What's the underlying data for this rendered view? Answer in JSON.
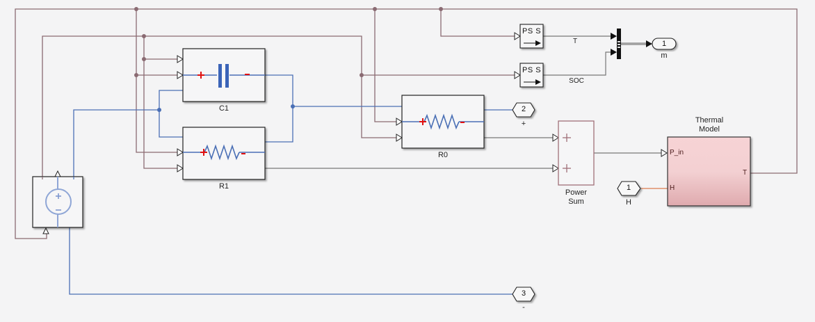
{
  "diagram": {
    "type": "simulink-battery-equivalent-circuit",
    "colors": {
      "physical_signal_wire": "#8a6a72",
      "electrical_wire": "#4a6fb5",
      "signal_wire": "#777777",
      "thermal_wire": "#e0906a",
      "block_border": "#222222",
      "positive_marker": "#e01010",
      "thermal_block_fill": "#f2c9cc",
      "sum_block_border": "#a07078",
      "background": "#f4f4f5"
    },
    "blocks": {
      "c1": {
        "label": "C1",
        "plus": "+",
        "minus": "-"
      },
      "r1": {
        "label": "R1",
        "plus": "+",
        "minus": "-"
      },
      "r0": {
        "label": "R0",
        "plus": "+",
        "minus": "-"
      },
      "voltage_source": {
        "plus": "+",
        "minus": "-"
      },
      "ps_s_t": {
        "text": "PS  S",
        "output_label": "T"
      },
      "ps_s_soc": {
        "text": "PS  S",
        "output_label": "SOC"
      },
      "power_sum": {
        "label_line1": "Power",
        "label_line2": "Sum",
        "signs": [
          "+",
          "+"
        ]
      },
      "thermal_model": {
        "label_line1": "Thermal",
        "label_line2": "Model",
        "port_in_power": "P_in",
        "port_in_heat": "H",
        "port_out_temp": "T"
      },
      "outport_m": {
        "number": "1",
        "label": "m"
      },
      "conn_plus": {
        "number": "2",
        "label": "+"
      },
      "conn_minus": {
        "number": "3",
        "label": "-"
      },
      "conn_h": {
        "number": "1",
        "label": "H"
      }
    }
  }
}
